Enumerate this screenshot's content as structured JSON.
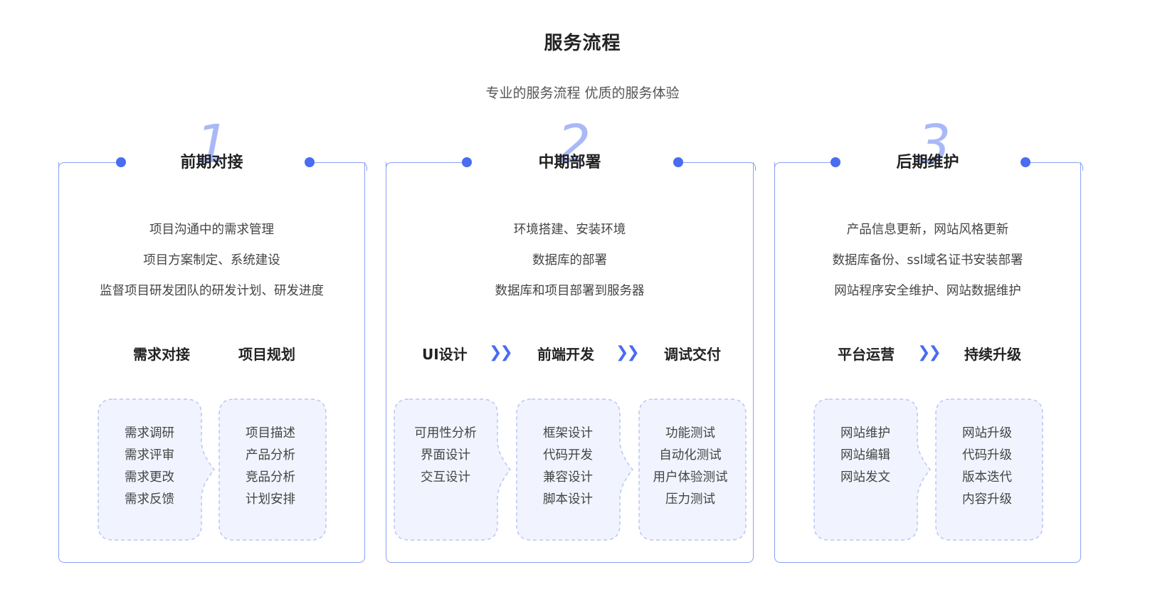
{
  "header": {
    "title": "服务流程",
    "subtitle": "专业的服务流程 优质的服务体验"
  },
  "colors": {
    "accent": "#4a6cf0",
    "border": "#8aa0f0",
    "number": "#a9b9f7",
    "blob_fill": "#f1f4fe",
    "blob_border": "#b8c6f5"
  },
  "cards": [
    {
      "number": "1",
      "title": "前期对接",
      "desc": [
        "项目沟通中的需求管理",
        "项目方案制定、系统建设",
        "监督项目研发团队的研发计划、研发进度"
      ],
      "stages": [
        "需求对接",
        "项目规划"
      ],
      "groups": [
        [
          "需求调研",
          "需求评审",
          "需求更改",
          "需求反馈"
        ],
        [
          "项目描述",
          "产品分析",
          "竞品分析",
          "计划安排"
        ]
      ]
    },
    {
      "number": "2",
      "title": "中期部署",
      "desc": [
        "环境搭建、安装环境",
        "数据库的部署",
        "数据库和项目部署到服务器"
      ],
      "stages": [
        "UI设计",
        "前端开发",
        "调试交付"
      ],
      "groups": [
        [
          "可用性分析",
          "界面设计",
          "交互设计"
        ],
        [
          "框架设计",
          "代码开发",
          "兼容设计",
          "脚本设计"
        ],
        [
          "功能测试",
          "自动化测试",
          "用户体验测试",
          "压力测试"
        ]
      ]
    },
    {
      "number": "3",
      "title": "后期维护",
      "desc": [
        "产品信息更新，网站风格更新",
        "数据库备份、ssl域名证书安装部署",
        "网站程序安全维护、网站数据维护"
      ],
      "stages": [
        "平台运营",
        "持续升级"
      ],
      "groups": [
        [
          "网站维护",
          "网站编辑",
          "网站发文"
        ],
        [
          "网站升级",
          "代码升级",
          "版本迭代",
          "内容升级"
        ]
      ]
    }
  ]
}
